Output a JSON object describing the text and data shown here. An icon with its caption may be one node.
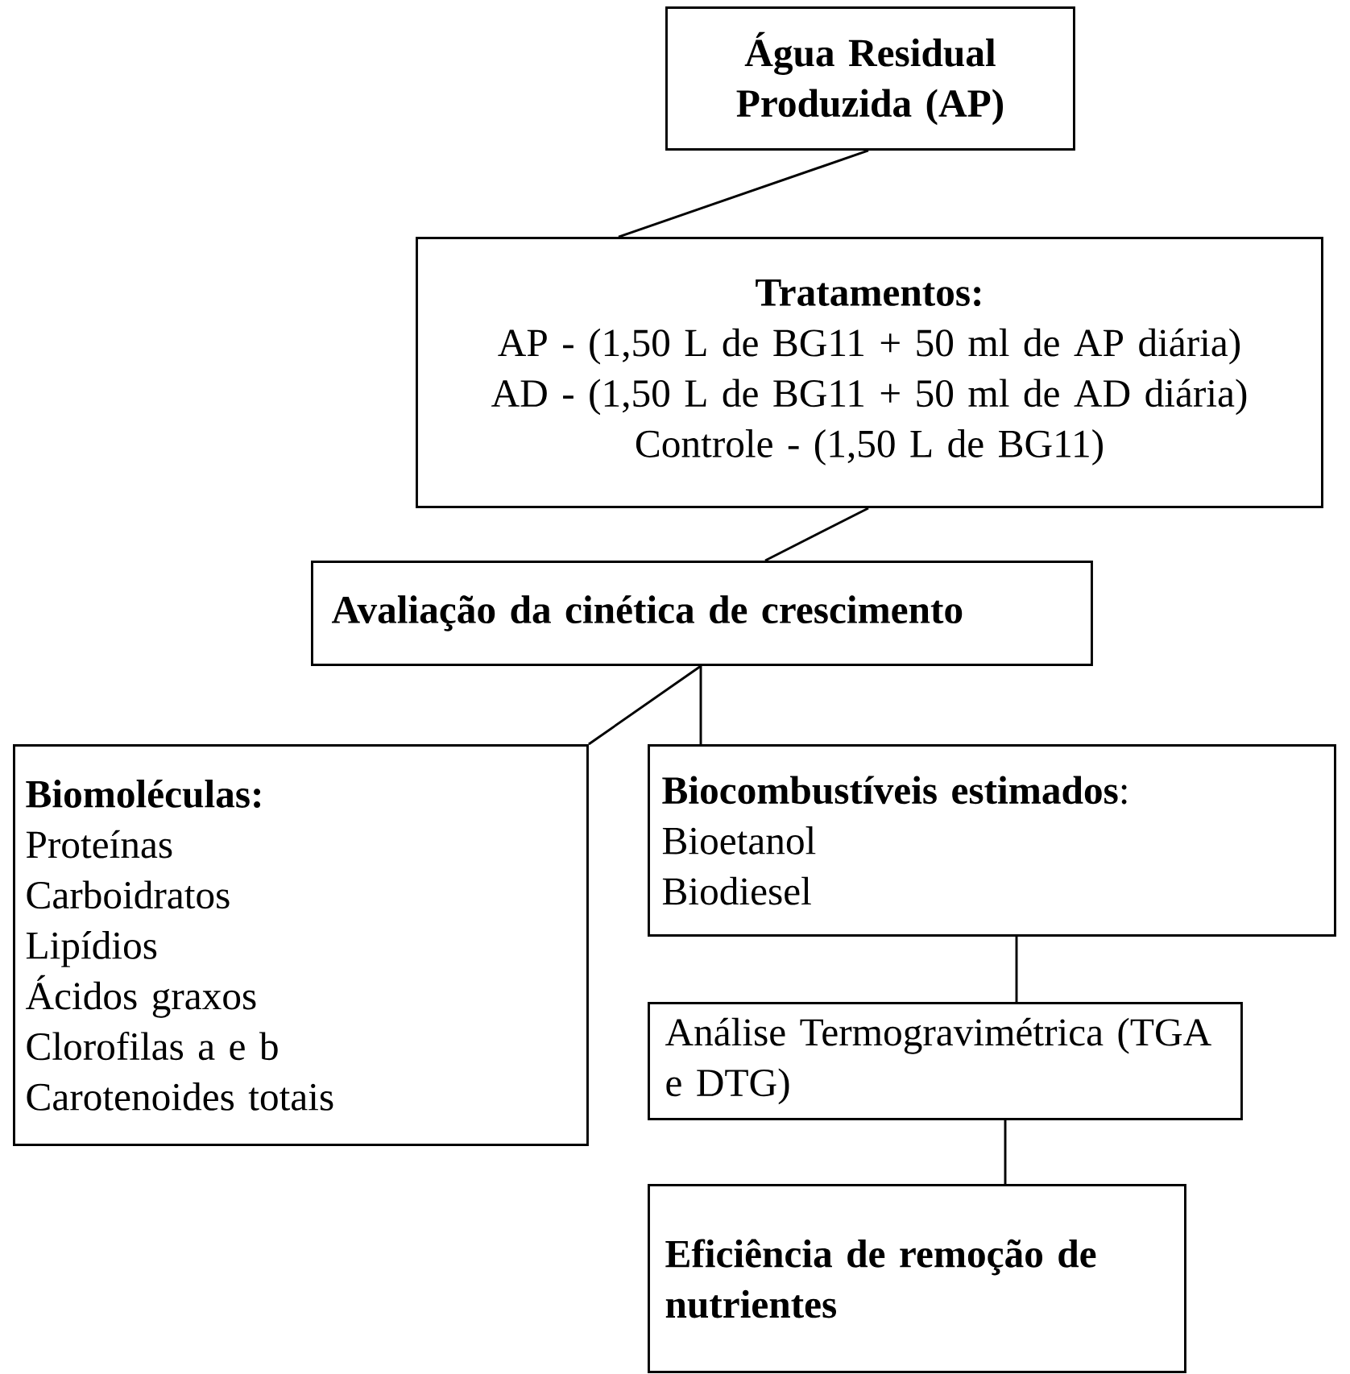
{
  "diagram": {
    "nodes": [
      {
        "text": [
          "Água Residual Produzida (AP)"
        ]
      },
      {
        "text": [
          "Tratamentos:",
          "AP - (1,50 L de BG11 + 50 ml de AP diária)",
          "AD - (1,50 L de BG11 + 50 ml de AD diária)",
          "Controle - (1,50 L de BG11)"
        ]
      },
      {
        "text": [
          "Avaliação da cinética de crescimento"
        ]
      },
      {
        "text": [
          "Biomoléculas:",
          "Proteínas",
          "Carboidratos",
          "Lipídios",
          "Ácidos graxos",
          "Clorofilas a e b",
          "Carotenoides totais"
        ]
      },
      {
        "text": [
          "**Biocombustíveis estimados**:",
          "Bioetanol",
          "Biodiesel"
        ]
      },
      {
        "text": [
          "Análise Termogravimétrica (TGA e DTG)"
        ]
      },
      {
        "text": [
          "Eficiência de remoção de nutrientes"
        ]
      }
    ],
    "edges": [
      {
        "from": 0,
        "to": 1,
        "arrow": "none"
      },
      {
        "from": 1,
        "to": 2,
        "arrow": "none"
      },
      {
        "from": 2,
        "to": 3,
        "arrow": "none"
      },
      {
        "from": 2,
        "to": 4,
        "arrow": "none"
      },
      {
        "from": 4,
        "to": 5,
        "arrow": "none"
      },
      {
        "from": 5,
        "to": 6,
        "arrow": "none"
      }
    ]
  }
}
